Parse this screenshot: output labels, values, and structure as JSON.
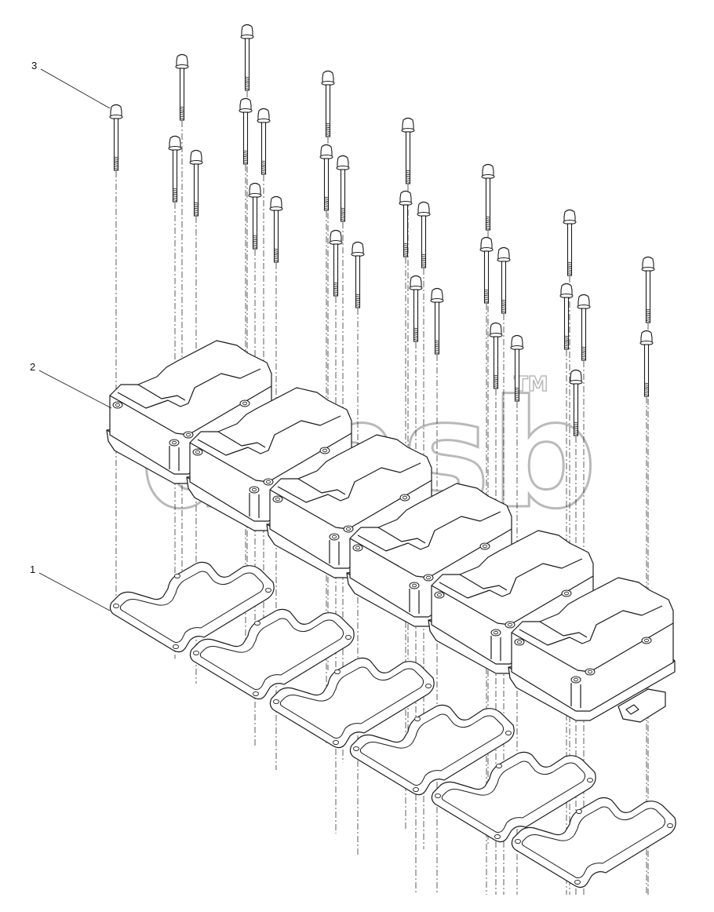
{
  "callouts": [
    {
      "label": "3"
    },
    {
      "label": "2"
    },
    {
      "label": "1"
    }
  ],
  "watermark": {
    "text": "dmsb",
    "tm": "TM"
  },
  "colors": {
    "line": "#1a1a1a",
    "watermark": "#b9b9b9"
  }
}
